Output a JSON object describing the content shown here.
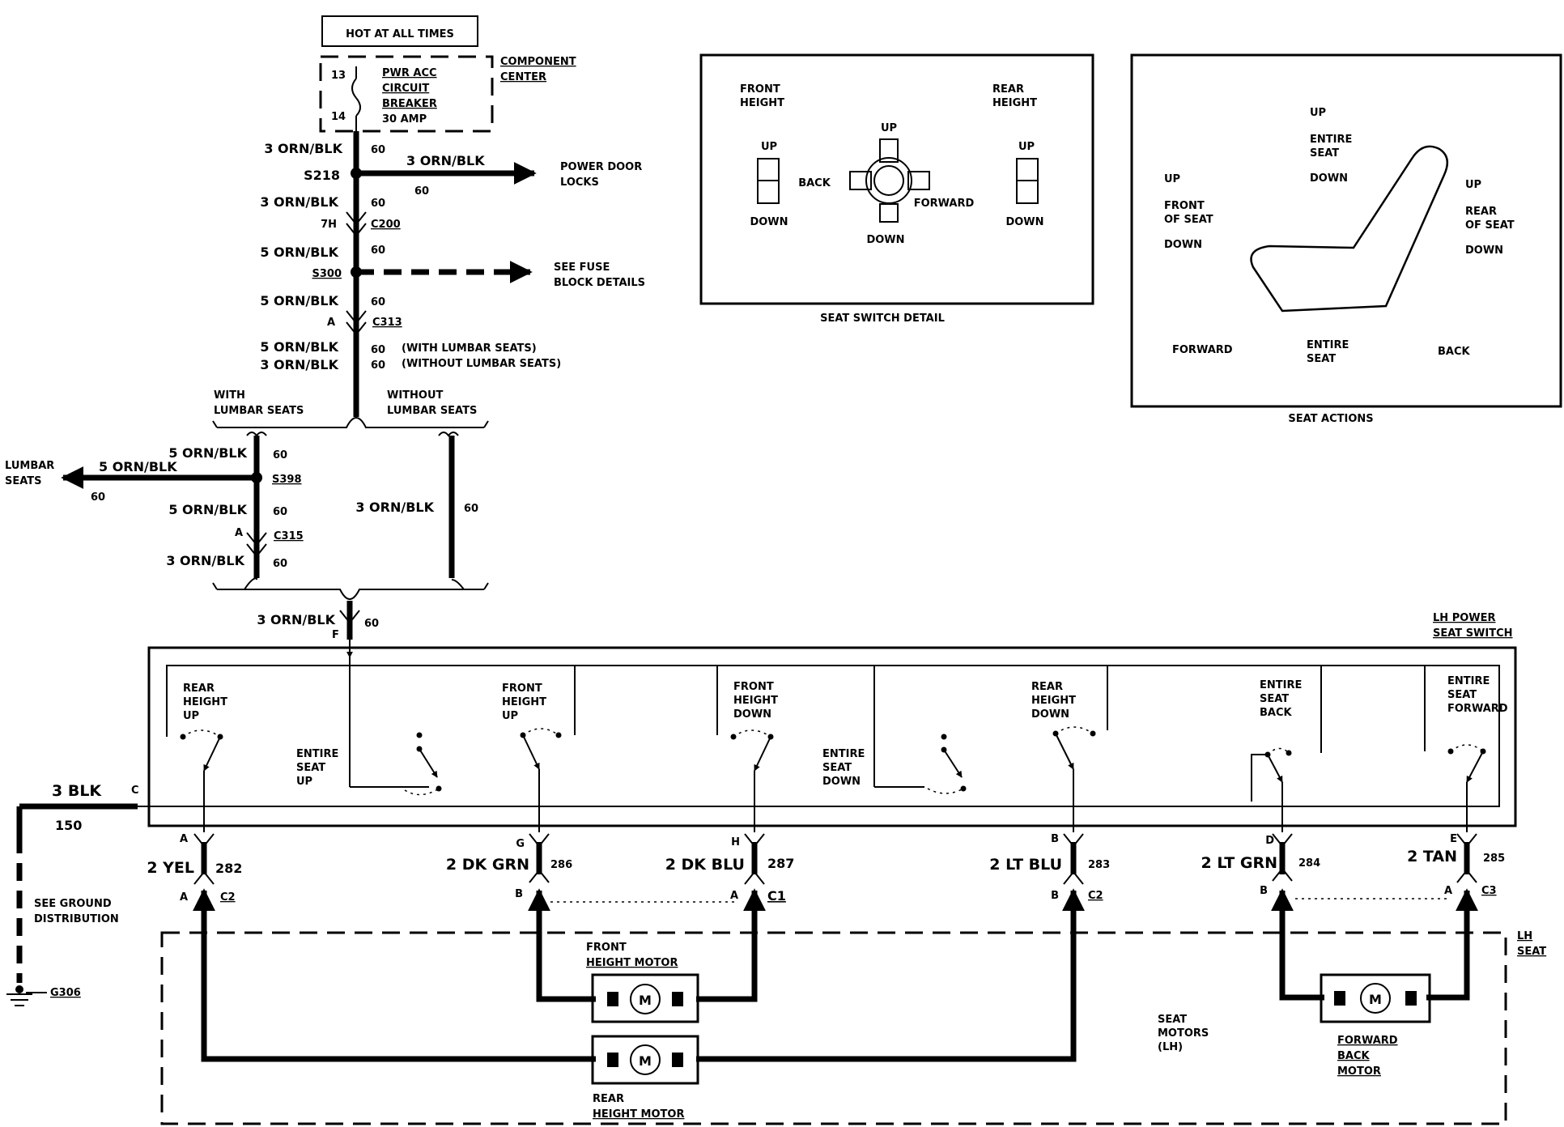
{
  "power_source": {
    "hot_label": "HOT AT ALL TIMES",
    "breaker_label": [
      "PWR ACC",
      "CIRCUIT",
      "BREAKER",
      "30 AMP"
    ],
    "pin_top": "13",
    "pin_bottom": "14",
    "component_center": [
      "COMPONENT",
      "CENTER"
    ]
  },
  "feed": {
    "wires": [
      {
        "size_color": "3 ORN/BLK",
        "circuit": "60"
      },
      {
        "size_color": "3 ORN/BLK",
        "circuit": "60"
      },
      {
        "size_color": "5 ORN/BLK",
        "circuit": "60"
      },
      {
        "size_color": "5 ORN/BLK",
        "circuit": "60"
      },
      {
        "size_color": "5 ORN/BLK",
        "circuit": "60"
      },
      {
        "size_color": "3 ORN/BLK",
        "circuit": "60"
      },
      {
        "size_color": "3 ORN/BLK",
        "circuit": "60"
      }
    ],
    "splices": [
      "S218",
      "S300"
    ],
    "connectors": [
      {
        "pin": "7H",
        "name": "C200"
      },
      {
        "pin": "A",
        "name": "C313"
      }
    ],
    "door_locks_wire": {
      "size_color": "3 ORN/BLK",
      "circuit": "60"
    },
    "door_locks_label": [
      "POWER DOOR",
      "LOCKS"
    ],
    "fuse_block_label": [
      "SEE FUSE",
      "BLOCK DETAILS"
    ],
    "lumbar_notes": [
      "(WITH LUMBAR SEATS)",
      "(WITHOUT LUMBAR SEATS)"
    ]
  },
  "branches": {
    "with_lumbar": [
      "WITH",
      "LUMBAR SEATS"
    ],
    "without_lumbar": [
      "WITHOUT",
      "LUMBAR SEATS"
    ],
    "lumbar_out": {
      "label": [
        "LUMBAR",
        "SEATS"
      ],
      "size_color": "5 ORN/BLK",
      "circuit": "60"
    },
    "wires": [
      {
        "size_color": "5 ORN/BLK",
        "circuit": "60"
      },
      {
        "size_color": "5 ORN/BLK",
        "circuit": "60"
      },
      {
        "size_color": "3 ORN/BLK",
        "circuit": "60"
      },
      {
        "size_color": "3 ORN/BLK",
        "circuit": "60"
      }
    ],
    "splice": "S398",
    "connector": {
      "pin": "A",
      "name": "C315"
    },
    "switch_feed": {
      "size_color": "3 ORN/BLK",
      "circuit": "60",
      "pin": "F"
    }
  },
  "seat_switch_detail": {
    "caption": "SEAT SWITCH DETAIL",
    "front_height": [
      "FRONT",
      "HEIGHT"
    ],
    "rear_height": [
      "REAR",
      "HEIGHT"
    ],
    "up": "UP",
    "down": "DOWN",
    "back": "BACK",
    "forward": "FORWARD"
  },
  "seat_actions": {
    "caption": "SEAT ACTIONS",
    "up": "UP",
    "down": "DOWN",
    "entire_seat": [
      "ENTIRE",
      "SEAT"
    ],
    "front_of_seat": [
      "FRONT",
      "OF SEAT"
    ],
    "rear_of_seat": [
      "REAR",
      "OF SEAT"
    ],
    "forward": "FORWARD",
    "back": "BACK"
  },
  "switch_assembly": {
    "title": [
      "LH POWER",
      "SEAT SWITCH"
    ],
    "contacts": [
      [
        "REAR",
        "HEIGHT",
        "UP"
      ],
      [
        "FRONT",
        "HEIGHT",
        "UP"
      ],
      [
        "FRONT",
        "HEIGHT",
        "DOWN"
      ],
      [
        "REAR",
        "HEIGHT",
        "DOWN"
      ],
      [
        "ENTIRE",
        "SEAT",
        "BACK"
      ],
      [
        "ENTIRE",
        "SEAT",
        "FORWARD"
      ],
      [
        "ENTIRE",
        "SEAT",
        "UP"
      ],
      [
        "ENTIRE",
        "SEAT",
        "DOWN"
      ]
    ],
    "ground": {
      "pin": "C",
      "size_color": "3 BLK",
      "circuit": "150",
      "note": [
        "SEE GROUND",
        "DISTRIBUTION"
      ],
      "point": "G306"
    }
  },
  "outputs": [
    {
      "top_pin": "A",
      "size_color": "2 YEL",
      "circuit": "282",
      "bottom_pin": "A",
      "connector": "C2"
    },
    {
      "top_pin": "G",
      "size_color": "2 DK GRN",
      "circuit": "286",
      "bottom_pin": "B",
      "connector": ""
    },
    {
      "top_pin": "H",
      "size_color": "2 DK BLU",
      "circuit": "287",
      "bottom_pin": "A",
      "connector": "C1"
    },
    {
      "top_pin": "B",
      "size_color": "2 LT BLU",
      "circuit": "283",
      "bottom_pin": "B",
      "connector": "C2"
    },
    {
      "top_pin": "D",
      "size_color": "2 LT GRN",
      "circuit": "284",
      "bottom_pin": "B",
      "connector": ""
    },
    {
      "top_pin": "E",
      "size_color": "2 TAN",
      "circuit": "285",
      "bottom_pin": "A",
      "connector": "C3"
    }
  ],
  "motors": {
    "front_height": [
      "FRONT",
      "HEIGHT MOTOR"
    ],
    "rear_height": [
      "REAR",
      "HEIGHT MOTOR"
    ],
    "forward_back": [
      "FORWARD",
      "BACK",
      "MOTOR"
    ],
    "symbol": "M",
    "seat_motors": [
      "SEAT",
      "MOTORS",
      "(LH)"
    ],
    "lh_seat": [
      "LH",
      "SEAT"
    ]
  }
}
